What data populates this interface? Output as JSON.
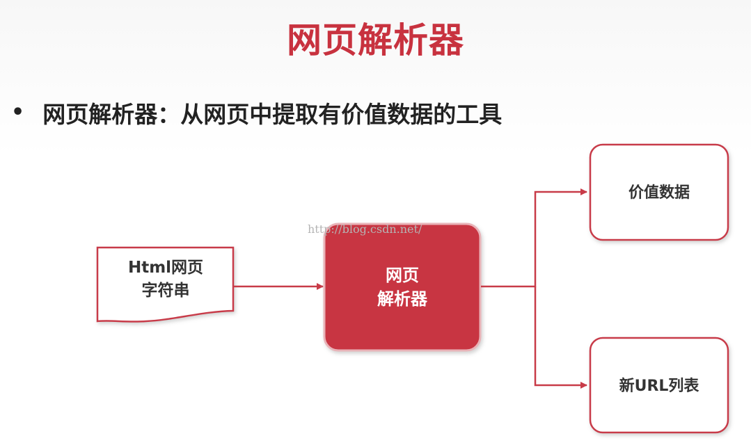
{
  "title": "网页解析器",
  "bullet": {
    "text": "网页解析器：从网页中提取有价值数据的工具"
  },
  "nodes": {
    "input_line1": "Html网页",
    "input_line2": "字符串",
    "parser_line1": "网页",
    "parser_line2": "解析器",
    "output_value": "价值数据",
    "output_urls": "新URL列表"
  },
  "watermark": "http://blog.csdn.net/",
  "colors": {
    "accent": "#c8323f",
    "stroke": "#c83b48",
    "text": "#222222"
  }
}
